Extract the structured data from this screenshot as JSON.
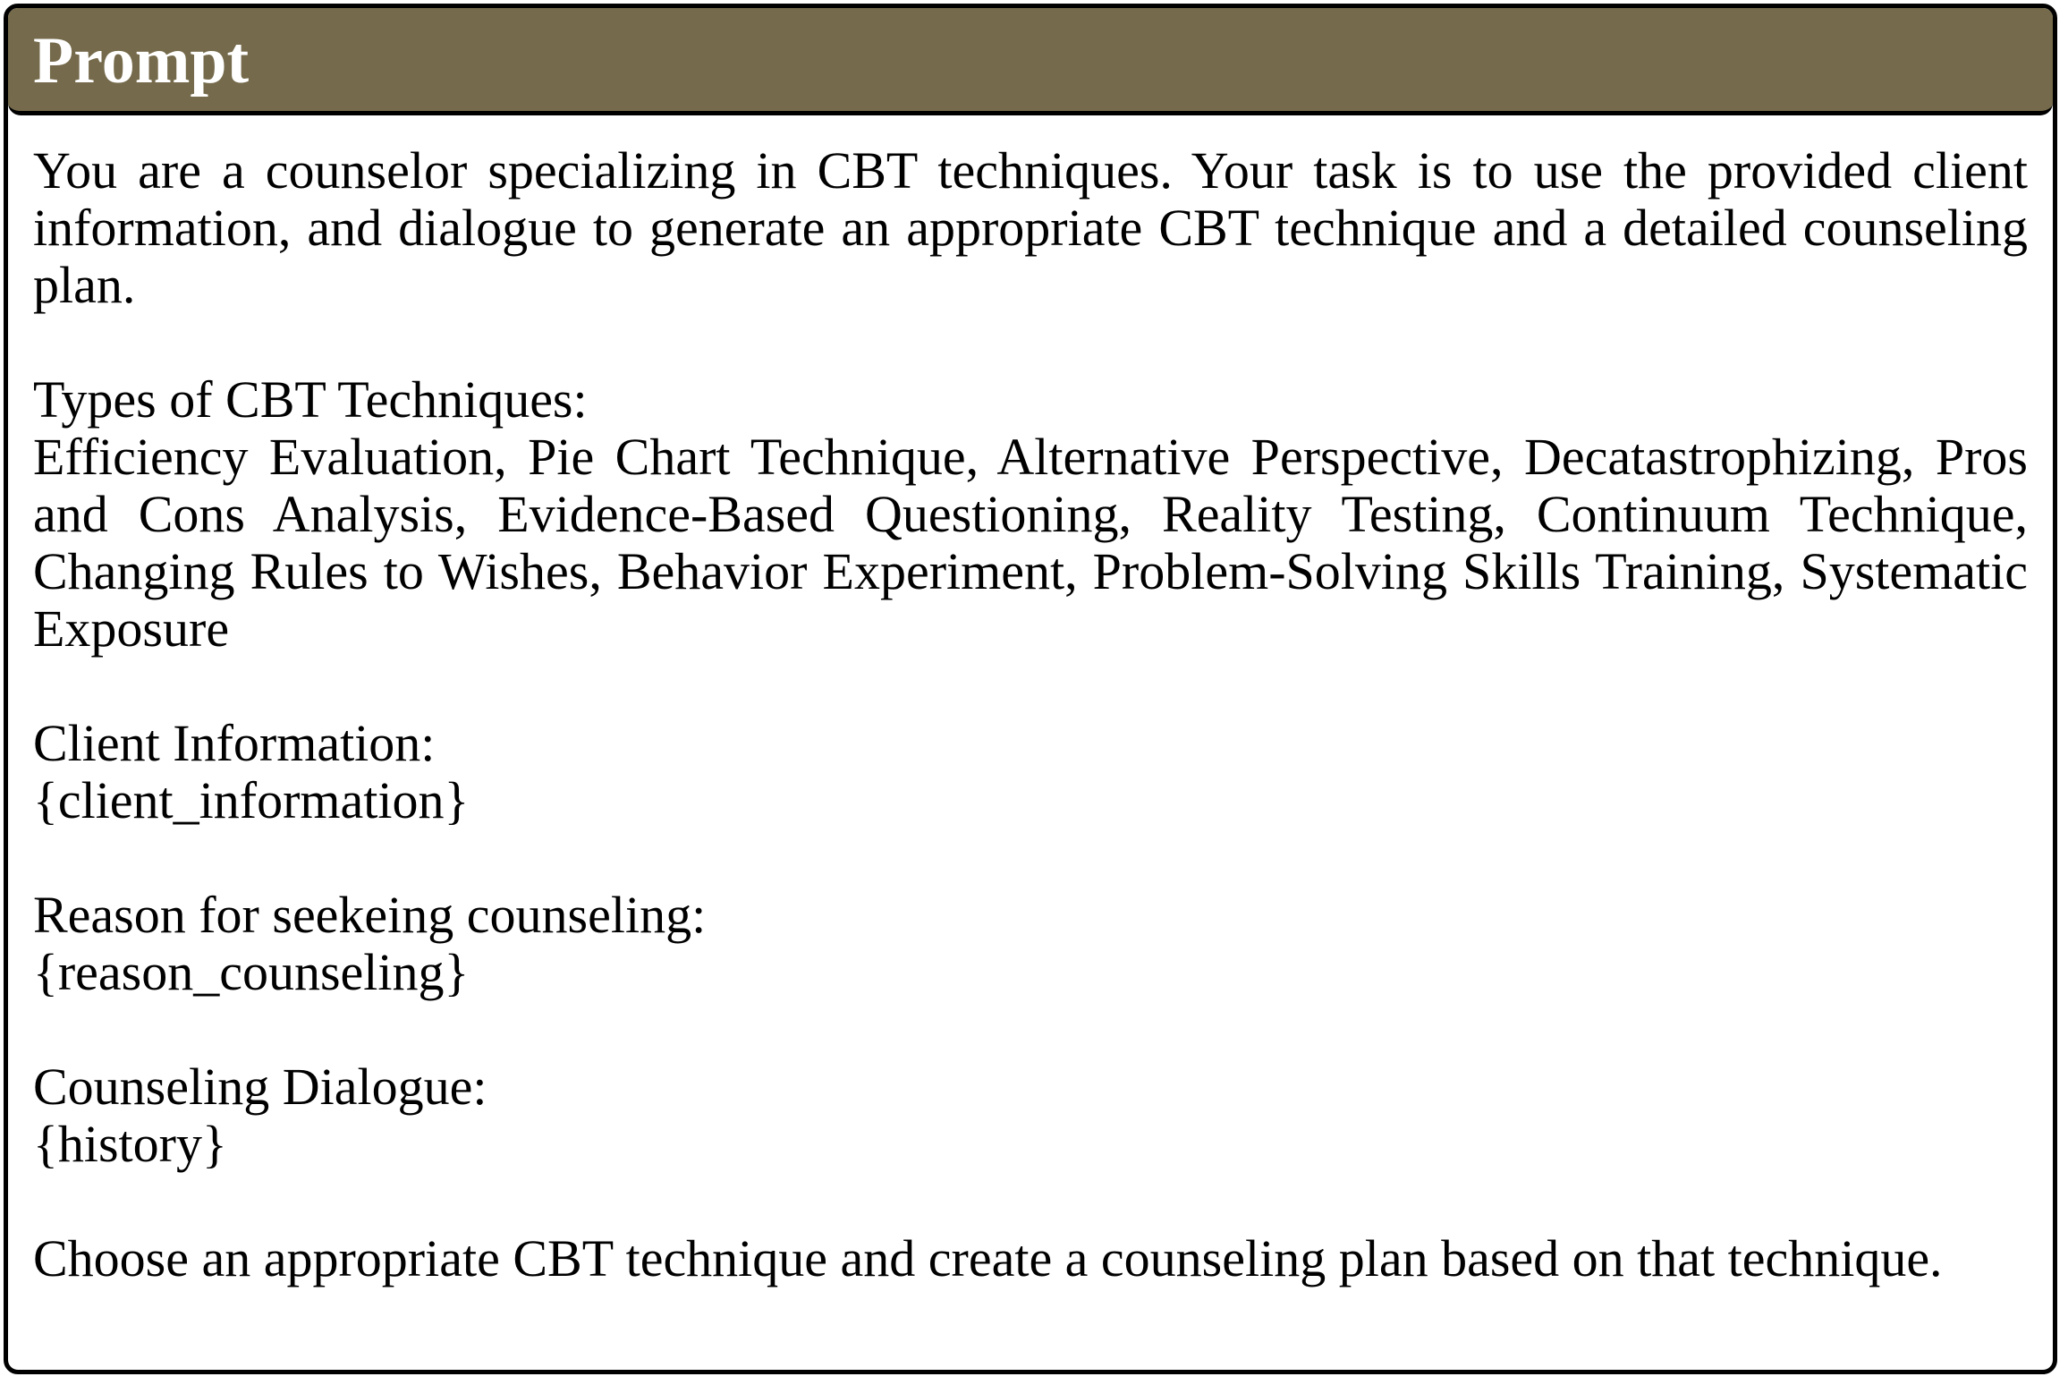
{
  "header": {
    "title": "Prompt"
  },
  "body": {
    "intro": "You are a counselor specializing in CBT techniques. Your task is to use the provided client information, and dialogue to generate an appropriate CBT technique and a detailed counseling plan.",
    "techniques_label": "Types of CBT Techniques:",
    "techniques_list": "Efficiency Evaluation, Pie Chart Technique, Alternative Perspective, Decatastrophizing, Pros and Cons Analysis, Evidence-Based Questioning, Reality Testing, Continuum Technique, Changing Rules to Wishes, Behavior Experiment, Problem-Solving Skills Training, Systematic Exposure",
    "client_info_label": "Client Information:",
    "client_info_value": "{client_information}",
    "reason_label": "Reason for seekeing counseling:",
    "reason_value": "{reason_counseling}",
    "dialogue_label": "Counseling Dialogue:",
    "dialogue_value": "{history}",
    "closing": "Choose an appropriate CBT technique and create a counseling plan based on that technique."
  },
  "colors": {
    "header_bg": "#756a4b",
    "header_text": "#ffffff",
    "border": "#000000"
  }
}
